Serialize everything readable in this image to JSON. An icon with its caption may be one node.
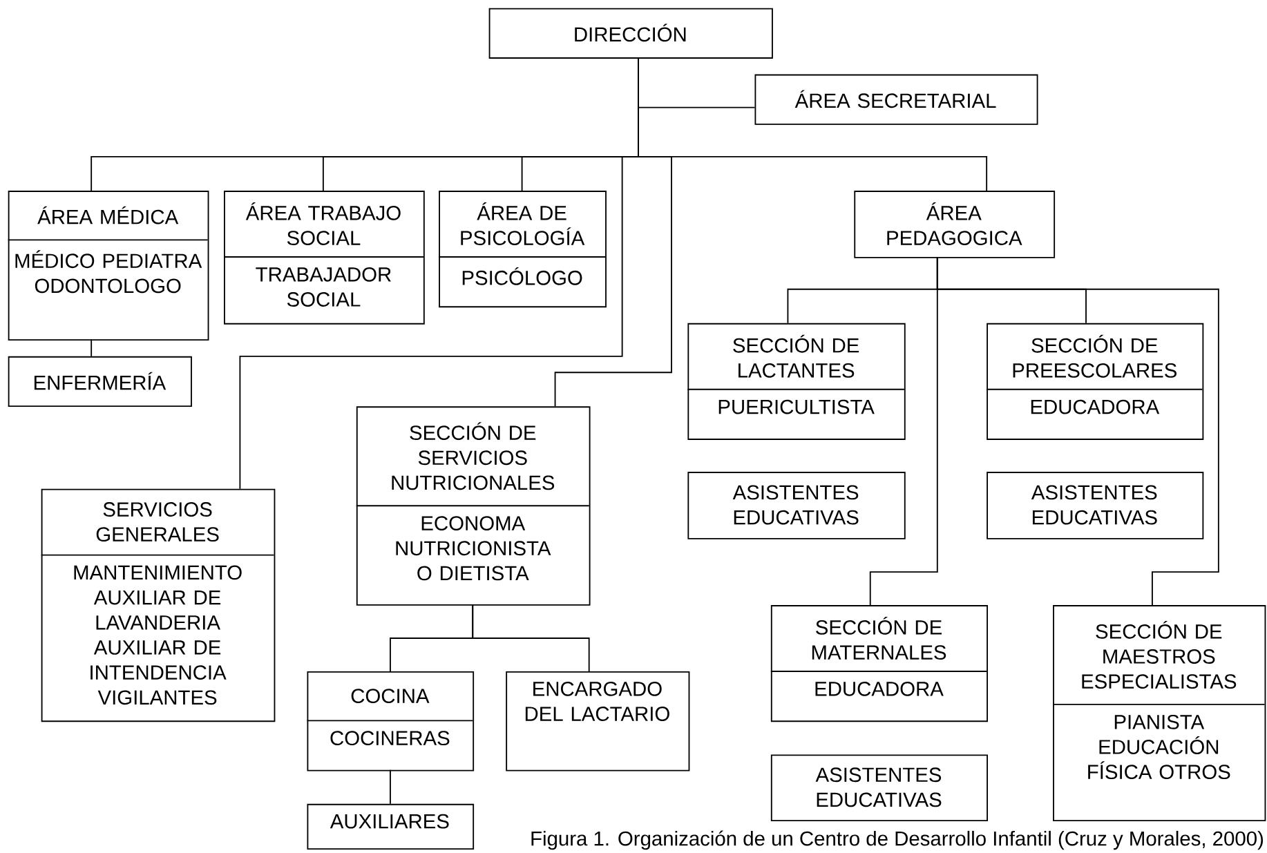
{
  "diagram": {
    "caption": "Figura 1. Organización de un Centro de Desarrollo Infantil (Cruz y Morales, 2000)",
    "nodes": [
      {
        "text": [
          "DIRECCIÓN"
        ]
      },
      {
        "text": [
          "ÁREA SECRETARIAL"
        ]
      },
      {
        "text": [
          "ÁREA MÉDICA",
          "MÉDICO PEDIATRA ODONTOLOGO"
        ]
      },
      {
        "text": [
          "ENFERMERÍA"
        ]
      },
      {
        "text": [
          "ÁREA TRABAJO SOCIAL",
          "TRABAJADOR SOCIAL"
        ]
      },
      {
        "text": [
          "ÁREA DE PSICOLOGÍA",
          "PSICÓLOGO"
        ]
      },
      {
        "text": [
          "ÁREA PEDAGOGICA"
        ]
      },
      {
        "text": [
          "SERVICIOS GENERALES",
          "MANTENIMIENTO AUXILIAR DE LAVANDERIA AUXILIAR DE INTENDENCIA VIGILANTES"
        ]
      },
      {
        "text": [
          "SECCIÓN DE SERVICIOS NUTRICIONALES",
          "ECONOMA NUTRICIONISTA O DIETISTA"
        ]
      },
      {
        "text": [
          "COCINA",
          "COCINERAS"
        ]
      },
      {
        "text": [
          "ENCARGADO DEL LACTARIO"
        ]
      },
      {
        "text": [
          "AUXILIARES"
        ]
      },
      {
        "text": [
          "SECCIÓN DE LACTANTES",
          "PUERICULTISTA"
        ]
      },
      {
        "text": [
          "ASISTENTES EDUCATIVAS"
        ]
      },
      {
        "text": [
          "SECCIÓN DE PREESCOLARES",
          "EDUCADORA"
        ]
      },
      {
        "text": [
          "ASISTENTES EDUCATIVAS"
        ]
      },
      {
        "text": [
          "SECCIÓN DE MATERNALES",
          "EDUCADORA"
        ]
      },
      {
        "text": [
          "ASISTENTES EDUCATIVAS"
        ]
      },
      {
        "text": [
          "SECCIÓN DE MAESTROS ESPECIALISTAS",
          "PIANISTA EDUCACIÓN FÍSICA OTROS"
        ]
      }
    ],
    "edges": [
      {
        "from": 0,
        "to": 1,
        "arrow": "none"
      },
      {
        "from": 0,
        "to": 2,
        "arrow": "none"
      },
      {
        "from": 0,
        "to": 4,
        "arrow": "none"
      },
      {
        "from": 0,
        "to": 5,
        "arrow": "none"
      },
      {
        "from": 0,
        "to": 7,
        "arrow": "none"
      },
      {
        "from": 0,
        "to": 8,
        "arrow": "none"
      },
      {
        "from": 0,
        "to": 6,
        "arrow": "none"
      },
      {
        "from": 2,
        "to": 3,
        "arrow": "none"
      },
      {
        "from": 6,
        "to": 12,
        "arrow": "none"
      },
      {
        "from": 6,
        "to": 14,
        "arrow": "none"
      },
      {
        "from": 6,
        "to": 16,
        "arrow": "none"
      },
      {
        "from": 6,
        "to": 18,
        "arrow": "none"
      },
      {
        "from": 8,
        "to": 9,
        "arrow": "none"
      },
      {
        "from": 8,
        "to": 10,
        "arrow": "none"
      },
      {
        "from": 9,
        "to": 11,
        "arrow": "none"
      }
    ]
  }
}
